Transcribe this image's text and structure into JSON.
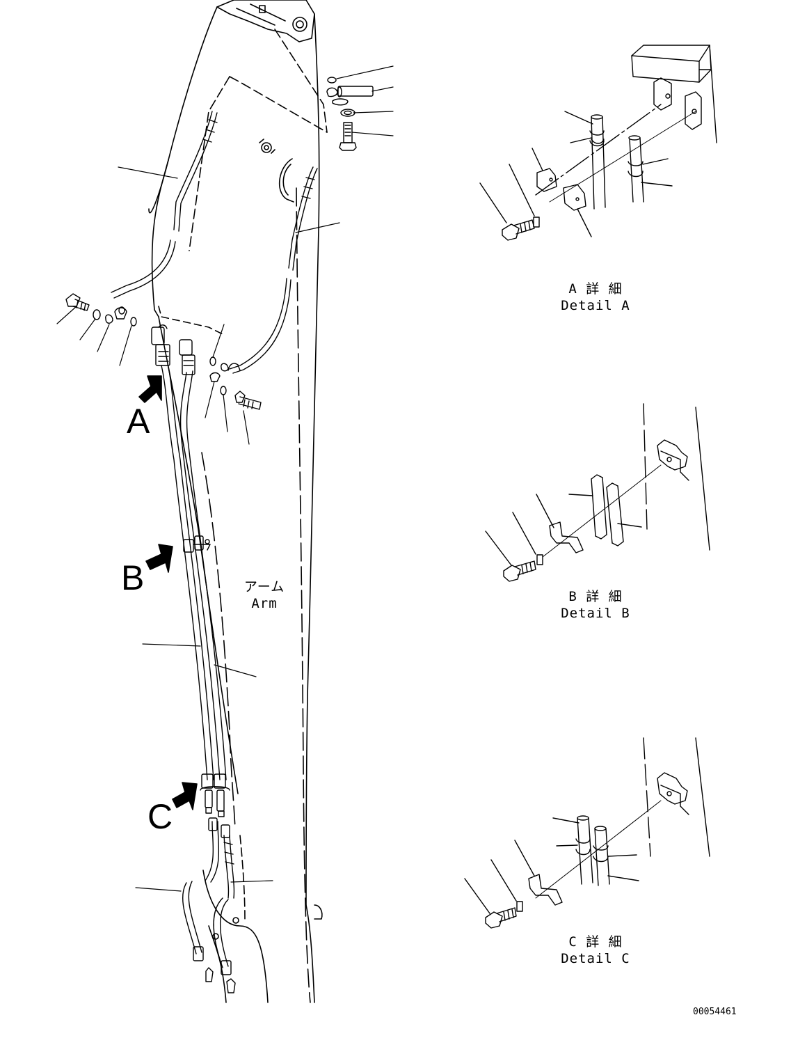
{
  "labels": {
    "view_a": "A",
    "view_b": "B",
    "view_c": "C",
    "arm_jp": "アーム",
    "arm_en": "Arm",
    "detail_a_jp": "A 詳 細",
    "detail_a_en": "Detail A",
    "detail_b_jp": "B 詳 細",
    "detail_b_en": "Detail B",
    "detail_c_jp": "C 詳 細",
    "detail_c_en": "Detail C",
    "part_id": "00054461"
  },
  "colors": {
    "line": "#000000",
    "background": "#ffffff"
  }
}
